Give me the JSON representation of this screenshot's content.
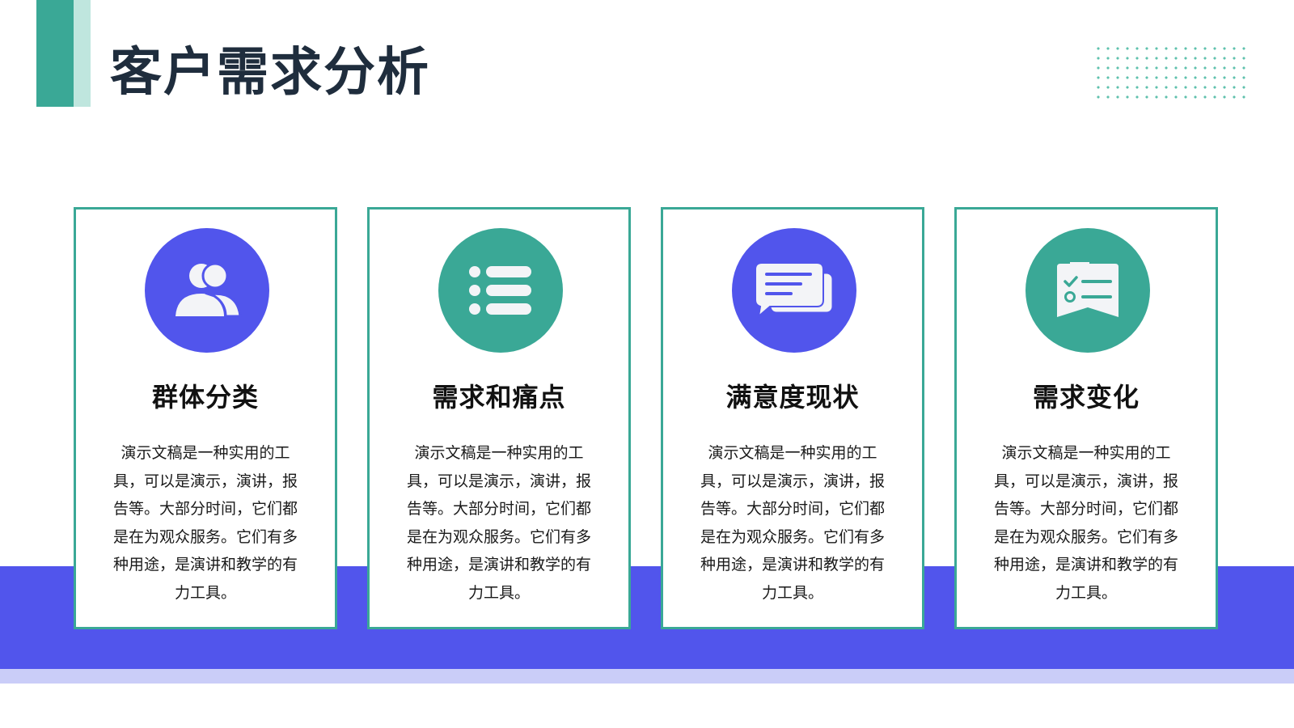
{
  "page": {
    "title": "客户需求分析"
  },
  "colors": {
    "teal": "#3aa896",
    "teal_light": "#bfe6de",
    "blue": "#5155ec",
    "blue_light": "#cacdf8",
    "title_text": "#1f2d3d"
  },
  "cards": [
    {
      "icon": "users-icon",
      "title": "群体分类",
      "text": "演示文稿是一种实用的工具，可以是演示，演讲，报告等。大部分时间，它们都是在为观众服务。它们有多种用途，是演讲和教学的有力工具。"
    },
    {
      "icon": "list-icon",
      "title": "需求和痛点",
      "text": "演示文稿是一种实用的工具，可以是演示，演讲，报告等。大部分时间，它们都是在为观众服务。它们有多种用途，是演讲和教学的有力工具。"
    },
    {
      "icon": "chat-bubbles-icon",
      "title": "满意度现状",
      "text": "演示文稿是一种实用的工具，可以是演示，演讲，报告等。大部分时间，它们都是在为观众服务。它们有多种用途，是演讲和教学的有力工具。"
    },
    {
      "icon": "checklist-icon",
      "title": "需求变化",
      "text": "演示文稿是一种实用的工具，可以是演示，演讲，报告等。大部分时间，它们都是在为观众服务。它们有多种用途，是演讲和教学的有力工具。"
    }
  ]
}
